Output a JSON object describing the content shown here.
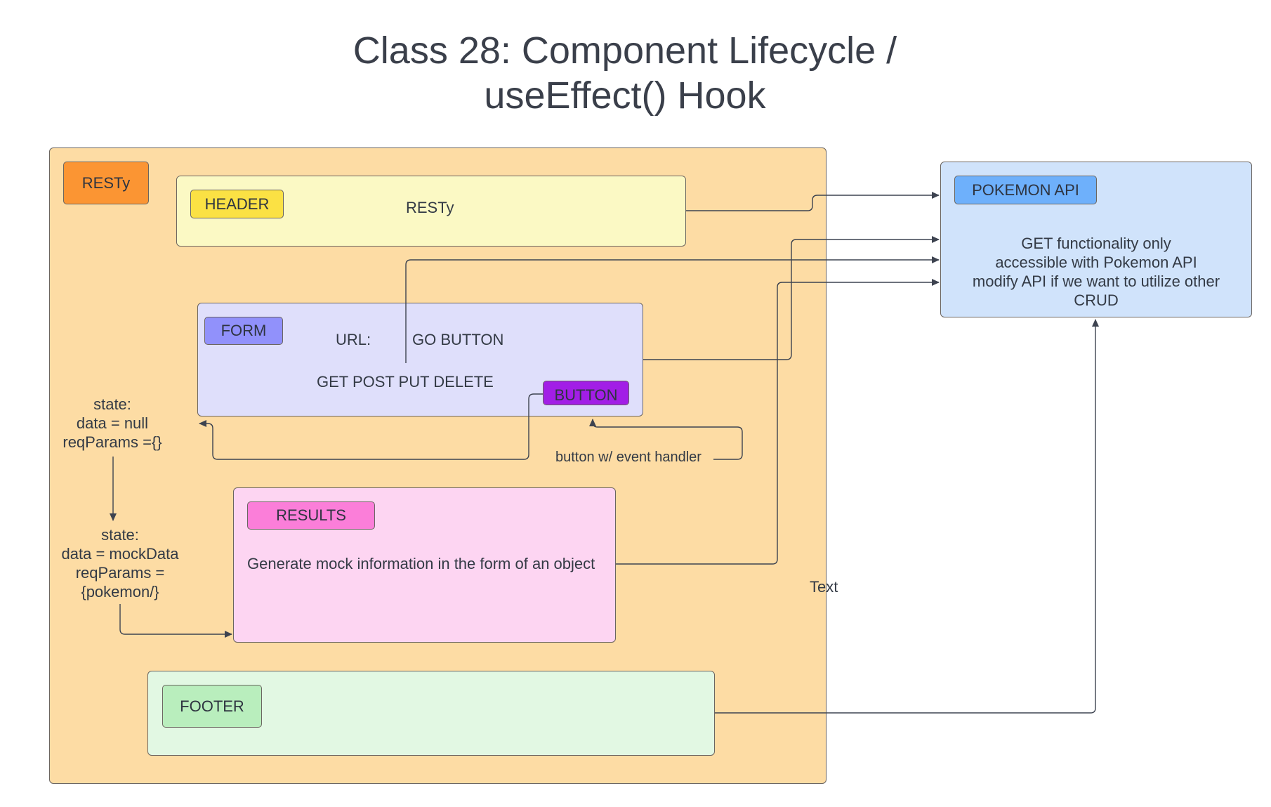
{
  "title_line1": "Class 28: Component Lifecycle /",
  "title_line2": "useEffect() Hook",
  "app": {
    "tag": "RESTy"
  },
  "header": {
    "tag": "HEADER",
    "text": "RESTy"
  },
  "form": {
    "tag": "FORM",
    "url_label": "URL:",
    "go_button": "GO BUTTON",
    "methods": "GET POST PUT DELETE",
    "button_tag": "BUTTON"
  },
  "state_initial": {
    "line1": "state:",
    "line2": "data = null",
    "line3": "reqParams ={}"
  },
  "state_after": {
    "line1": "state:",
    "line2": "data = mockData",
    "line3": "reqParams =",
    "line4": "{pokemon/}"
  },
  "event_label": "button w/ event handler",
  "results": {
    "tag": "RESULTS",
    "text": "Generate mock information in the form of an object"
  },
  "footer": {
    "tag": "FOOTER"
  },
  "stray_text": "Text",
  "api": {
    "tag": "POKEMON API",
    "line1": "GET functionality only",
    "line2": "accessible with Pokemon API",
    "line3": "modify API if we want to utilize other",
    "line4": "CRUD"
  },
  "colors": {
    "app_bg": "#fddca4",
    "app_tag": "#fb9533",
    "header_bg": "#fbf9c4",
    "header_tag": "#fbe144",
    "form_bg": "#dfdffb",
    "form_tag": "#9191fb",
    "button_tag": "#a21ee6",
    "results_bg": "#fdd5f2",
    "results_tag": "#fb7ed9",
    "footer_bg": "#e2f8e3",
    "footer_tag": "#b9eebd",
    "api_bg": "#d0e3fb",
    "api_tag": "#6eb0fb"
  }
}
